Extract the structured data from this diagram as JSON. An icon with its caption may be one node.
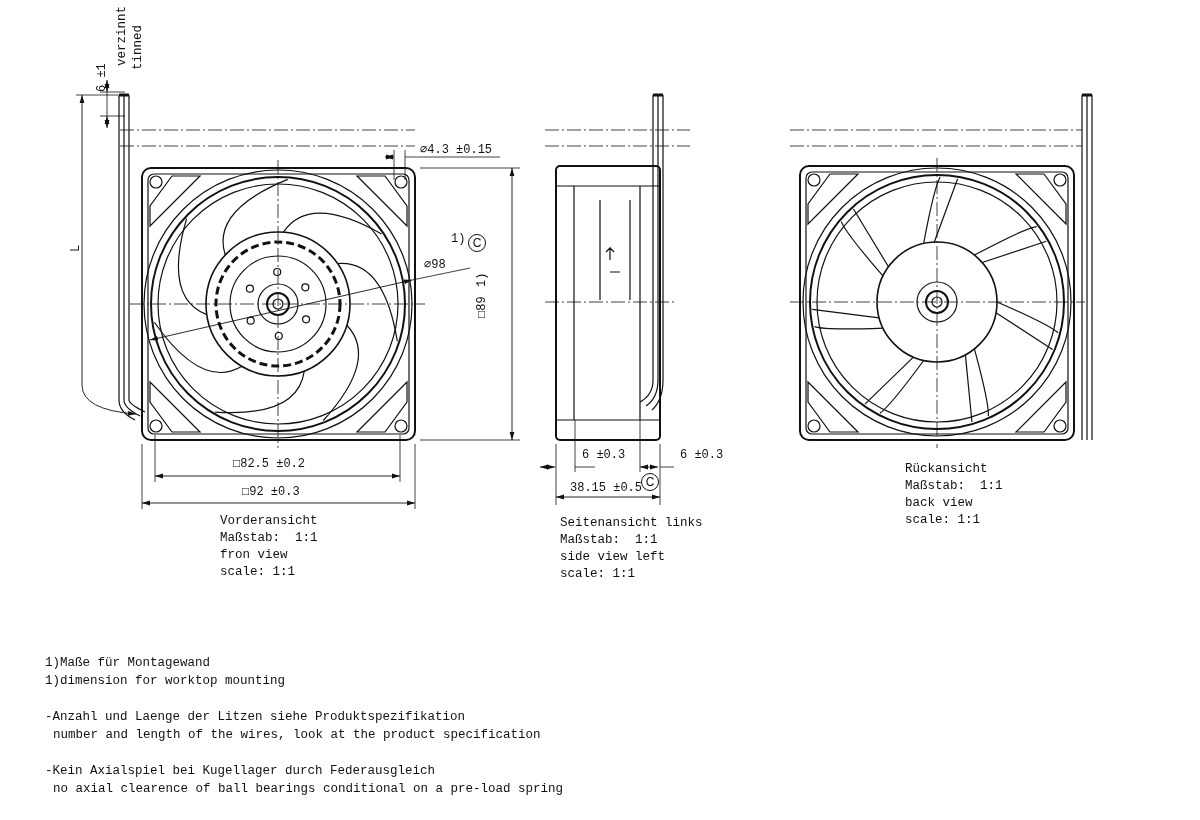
{
  "diagram": {
    "labels": [
      "6 ±1",
      "verzinnt",
      "tinned",
      "L",
      "⌀4.3 ±0.15",
      "1)",
      "C",
      "⌀98",
      "□89",
      "1)",
      "□82.5 ±0.2",
      "□92 ±0.3",
      "6 ±0.3",
      "6 ±0.3",
      "38.15 ±0.5",
      "C",
      "Vorderansicht",
      "Maßstab:  1:1",
      "fron view",
      "scale: 1:1",
      "Seitenansicht links",
      "Maßstab:  1:1",
      "side view left",
      "scale: 1:1",
      "Rückansicht",
      "Maßstab:  1:1",
      "back view",
      "scale: 1:1",
      "1)Maße für Montagewand",
      "1)dimension for worktop mounting",
      "-Anzahl und Laenge der Litzen siehe Produktspezifikation",
      "number and length of the wires, look at the product specification",
      "-Kein Axialspiel bei Kugellager durch Federausgleich",
      "no axial clearence of ball bearings conditional on a pre-load spring"
    ]
  }
}
